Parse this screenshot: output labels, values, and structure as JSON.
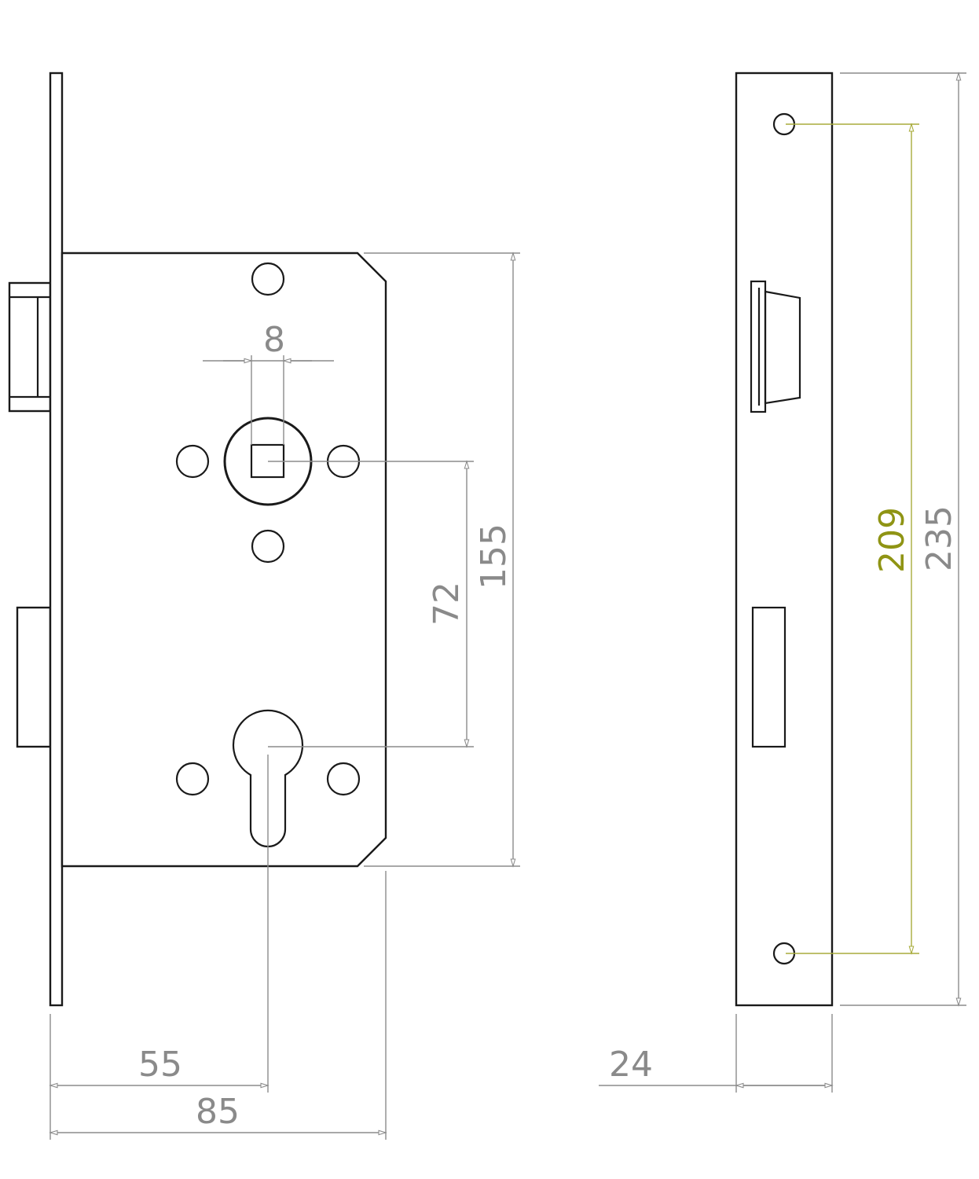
{
  "colors": {
    "outline": "#1a1a1a",
    "dimension": "#8c8c8c",
    "dimension_text": "#8a8a8a",
    "highlight": "#a8ac3c",
    "highlight_text": "#8f9414"
  },
  "dimensions": {
    "spindle_size": "8",
    "handle_to_cylinder": "72",
    "case_height": "155",
    "backset": "55",
    "case_depth": "85",
    "fixing_centres": "209",
    "faceplate_height": "235",
    "faceplate_width": "24"
  }
}
